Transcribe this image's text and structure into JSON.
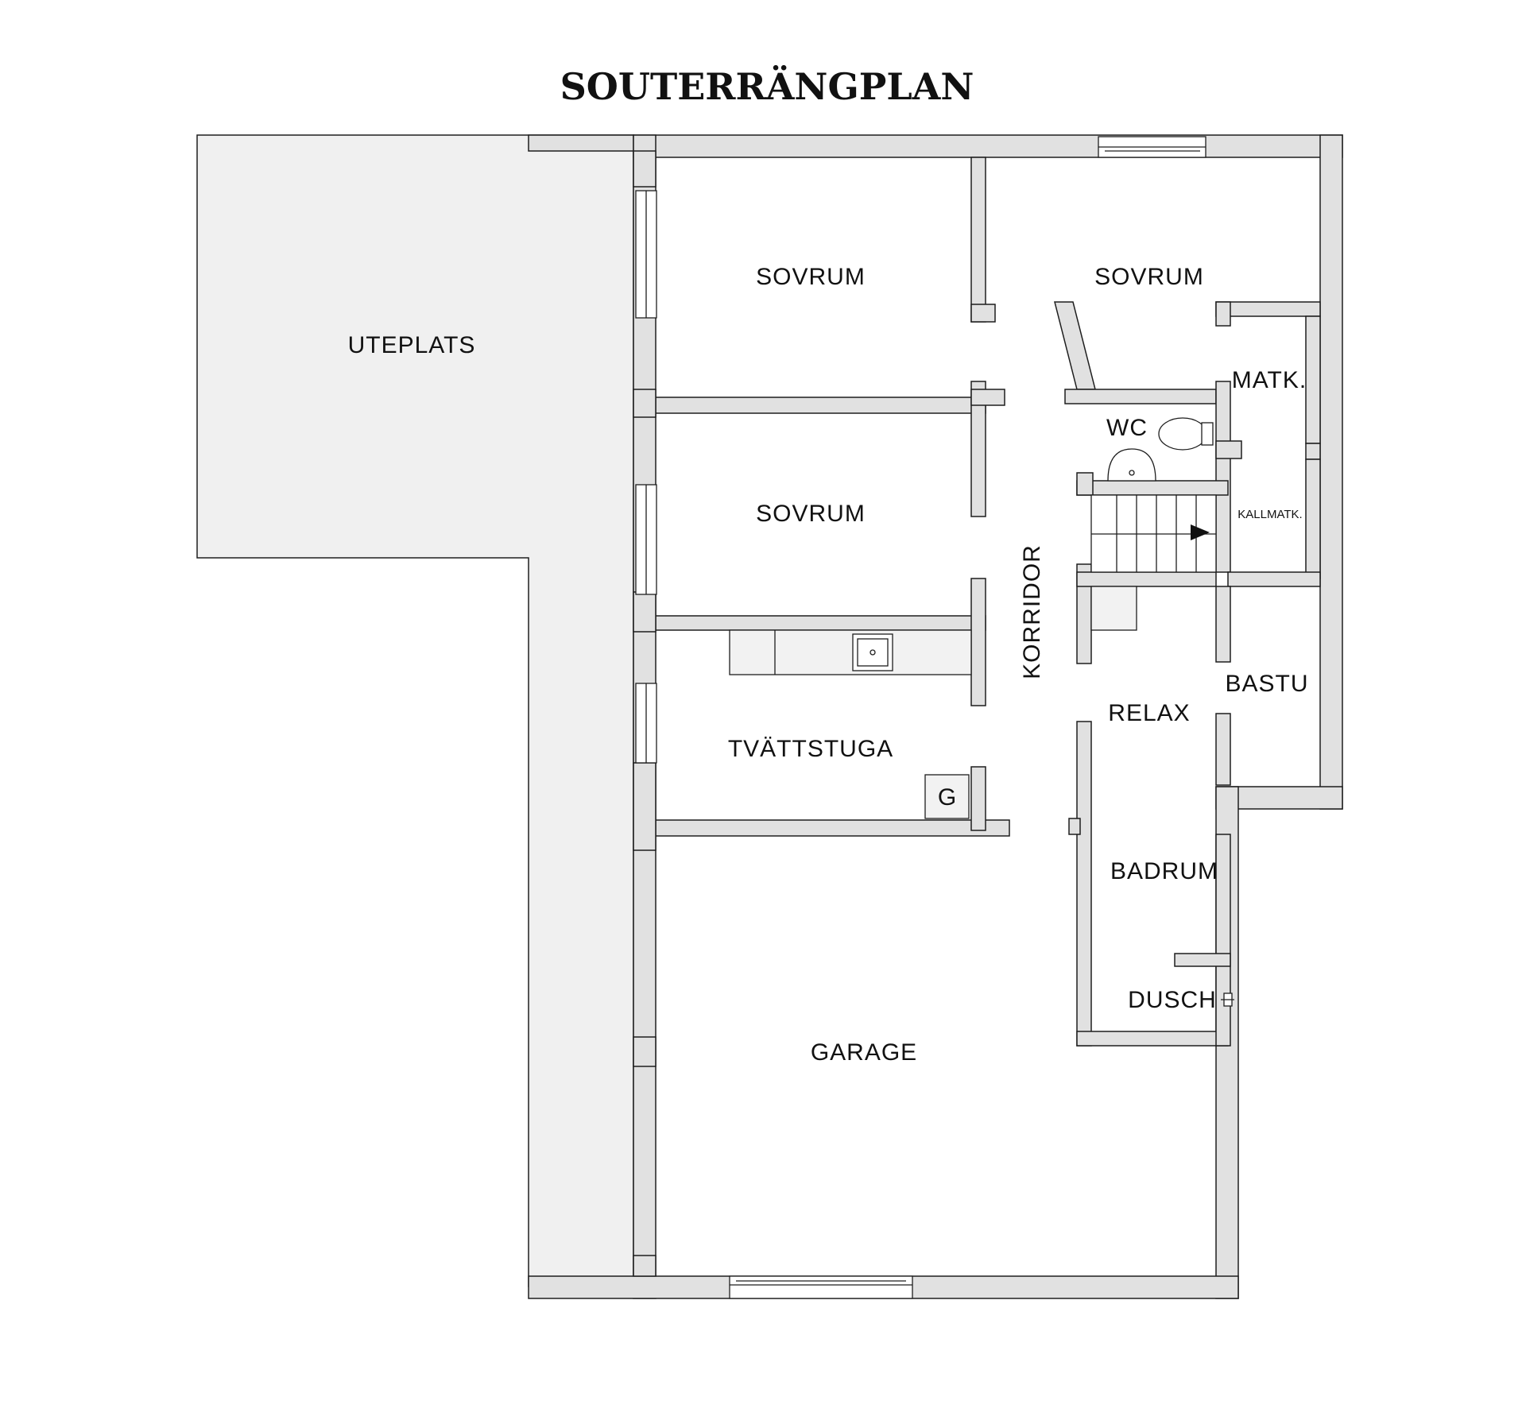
{
  "title": "SOUTERRÄNGPLAN",
  "rooms": {
    "uteplats": "UTEPLATS",
    "sovrum_1": "SOVRUM",
    "sovrum_2": "SOVRUM",
    "sovrum_3": "SOVRUM",
    "matk": "MATK.",
    "wc": "WC",
    "kallmatk": "KALLMATK.",
    "korridor": "KORRIDOR",
    "bastu": "BASTU",
    "relax": "RELAX",
    "tvattstuga": "TVÄTTSTUGA",
    "g": "G",
    "badrum": "BADRUM",
    "dusch": "DUSCH",
    "garage": "GARAGE"
  },
  "colors": {
    "wall": "#e1e1e1",
    "terrace": "#f0f0f0",
    "line": "#1e1e1e"
  }
}
